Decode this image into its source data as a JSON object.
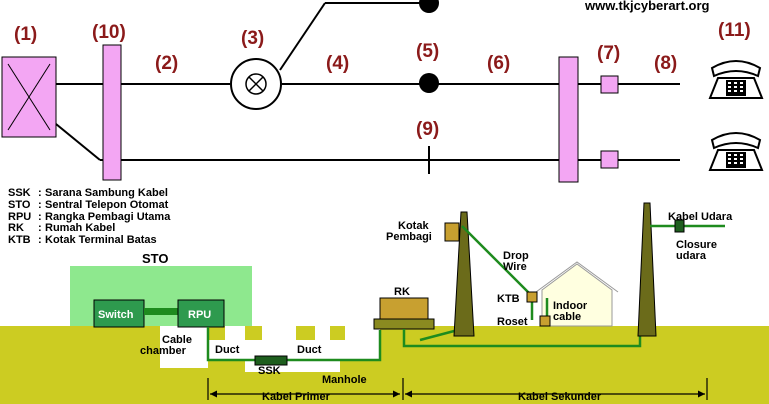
{
  "watermark": "www.tkjcyberart.org",
  "top": {
    "labels": [
      "(1)",
      "(10)",
      "(2)",
      "(3)",
      "(4)",
      "(5)",
      "(6)",
      "(7)",
      "(8)",
      "(11)",
      "(9)"
    ]
  },
  "legend": [
    {
      "abbr": "SSK",
      "desc": "Sarana Sambung Kabel"
    },
    {
      "abbr": "STO",
      "desc": "Sentral Telepon Otomat"
    },
    {
      "abbr": "RPU",
      "desc": "Rangka Pembagi Utama"
    },
    {
      "abbr": "RK",
      "desc": "Rumah Kabel"
    },
    {
      "abbr": "KTB",
      "desc": "Kotak Terminal Batas"
    }
  ],
  "bottom": {
    "sto_title": "STO",
    "switch": "Switch",
    "rpu": "RPU",
    "cable_chamber": [
      "Cable",
      "chamber"
    ],
    "duct_left": "Duct",
    "duct_right": "Duct",
    "ssk": "SSK",
    "manhole": "Manhole",
    "rk": "RK",
    "kotak_pembagi": [
      "Kotak",
      "Pembagi"
    ],
    "drop_wire": [
      "Drop",
      "Wire"
    ],
    "ktb": "KTB",
    "roset": "Roset",
    "indoor_cable": [
      "Indoor",
      "cable"
    ],
    "kabel_udara": "Kabel Udara",
    "closure_udara": [
      "Closure",
      "udara"
    ],
    "kabel_primer": "Kabel Primer",
    "kabel_sekunder": "Kabel Sekunder"
  },
  "colors": {
    "label_red": "#8B1A1A",
    "pink": "#F3A6F3",
    "ground": "#CCCC22",
    "sto_green": "#8EE88E",
    "cable_green": "#1E8B1E",
    "pole": "#6B6B1A",
    "rk_box": "#C8A030"
  }
}
